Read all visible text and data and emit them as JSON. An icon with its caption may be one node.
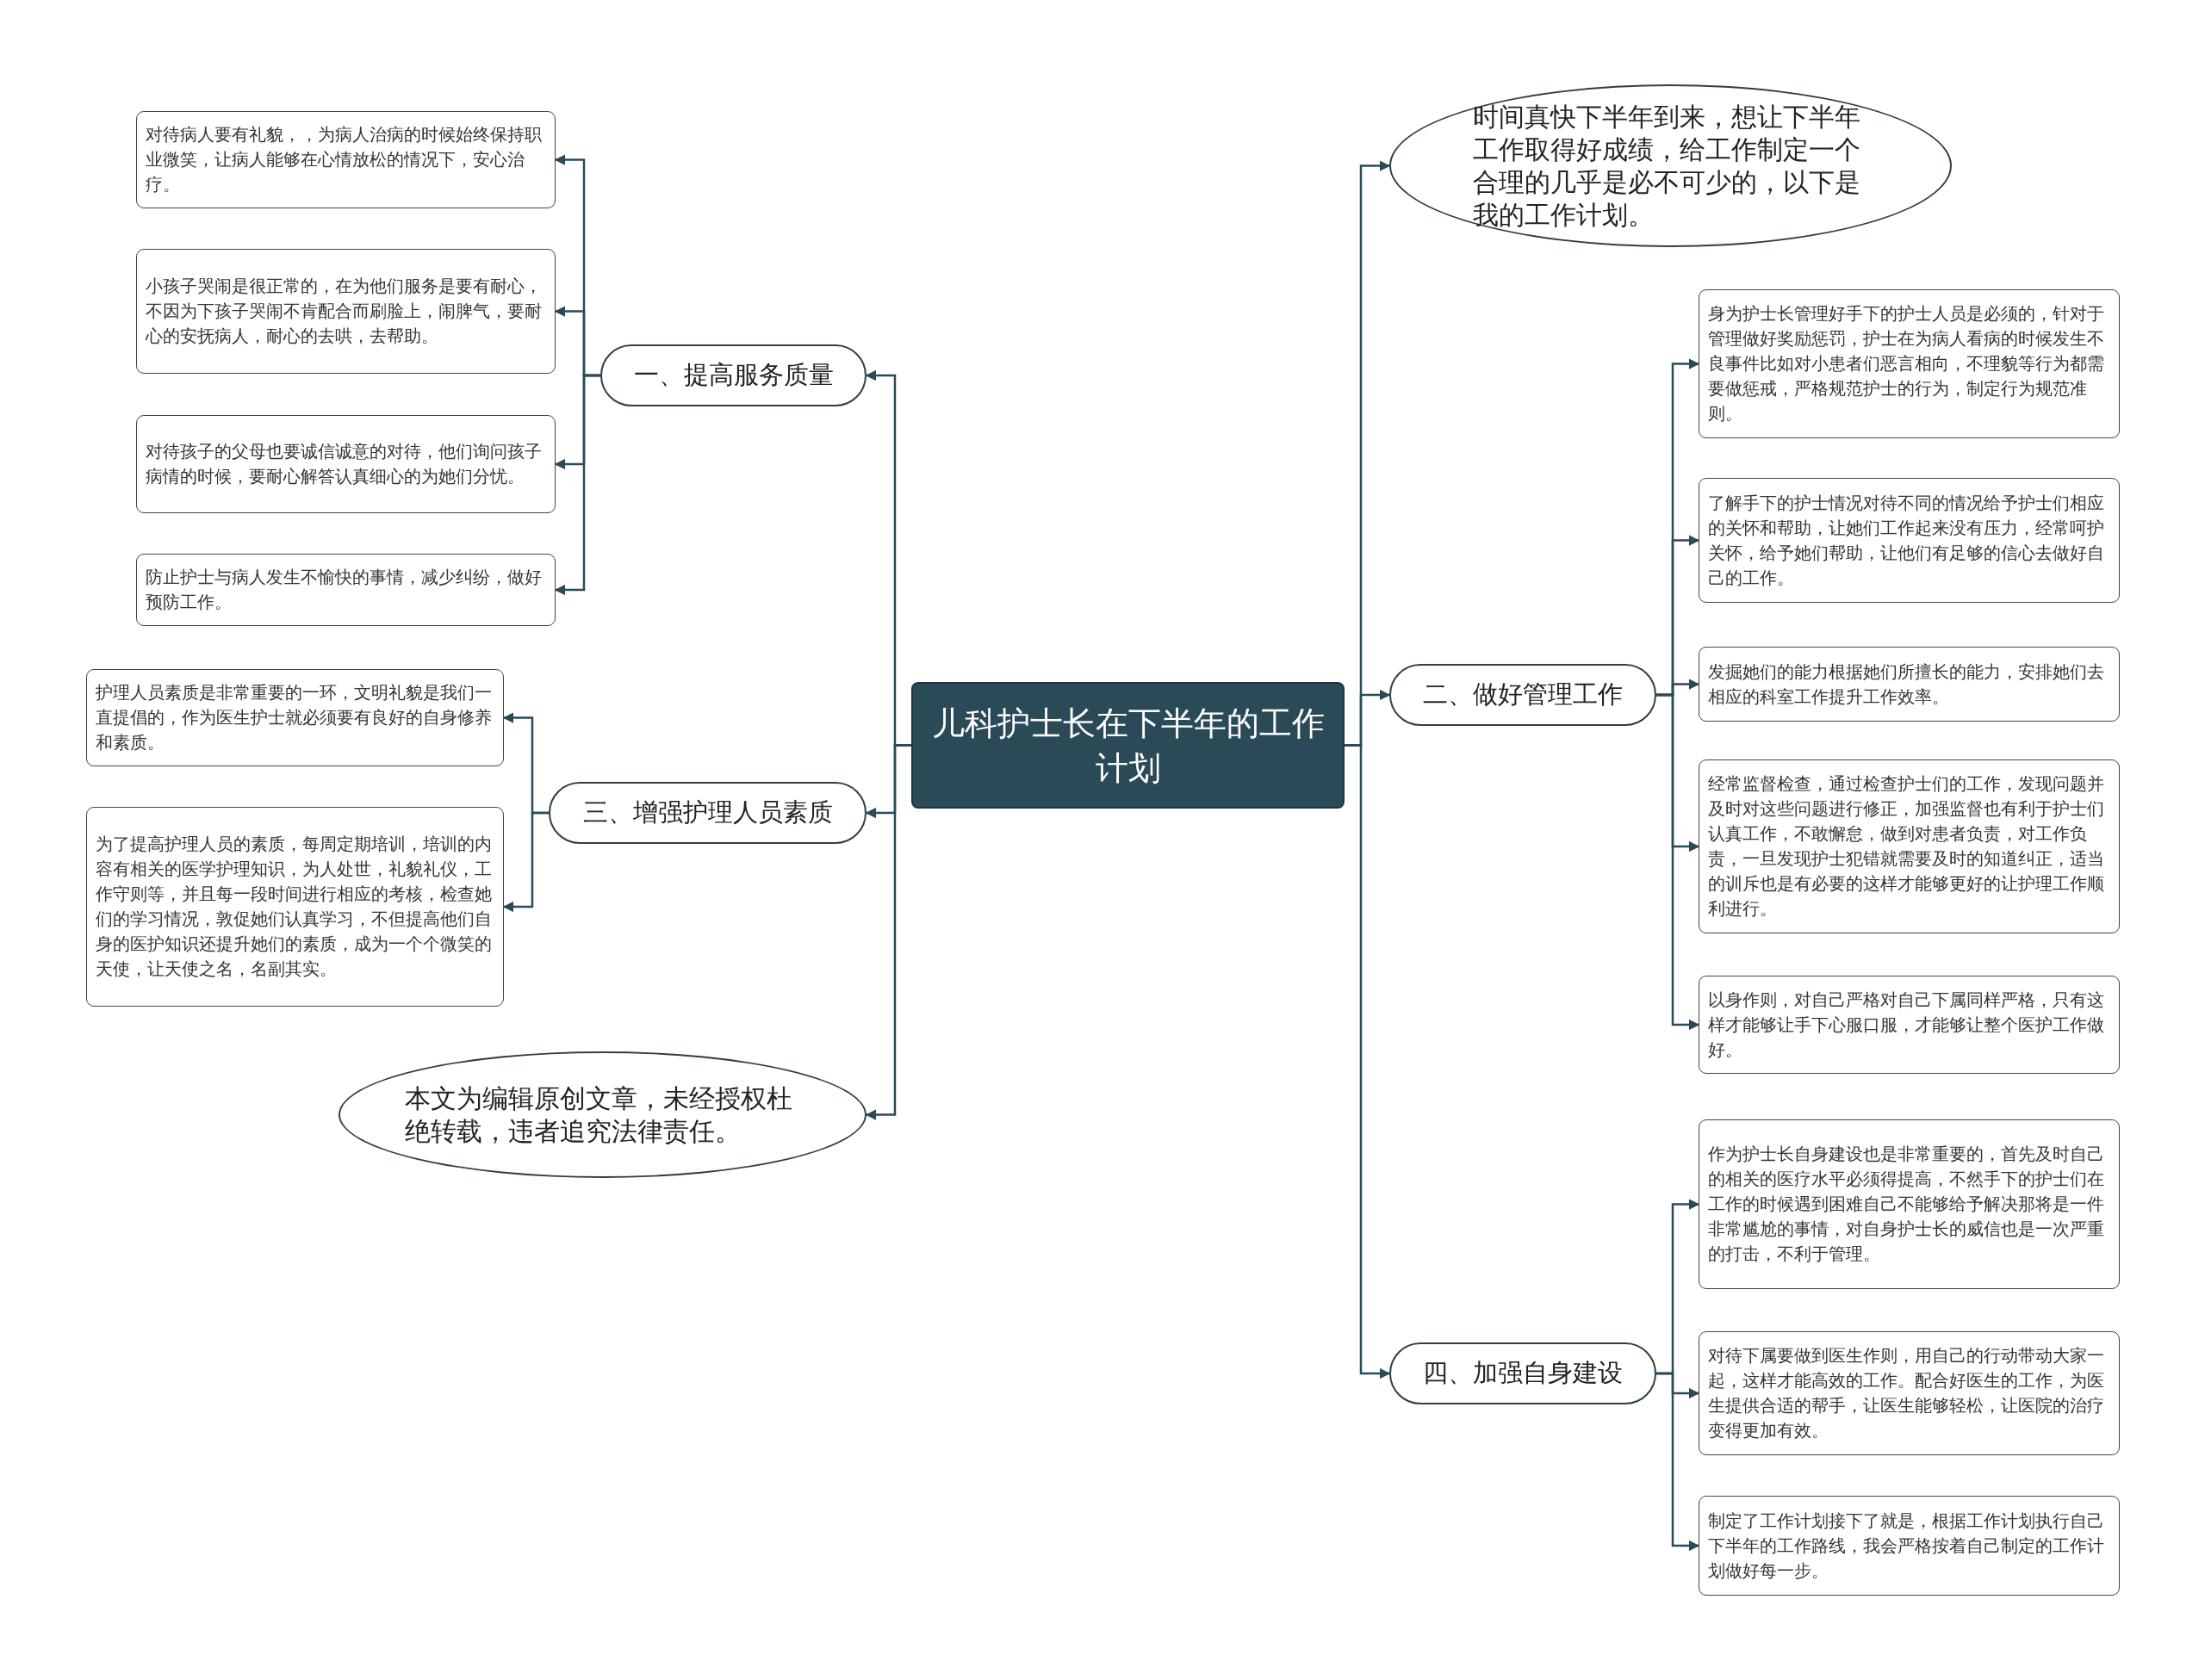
{
  "diagram": {
    "nodes": [
      {
        "text": [
          "儿科护士长在下半年的工作计划"
        ]
      },
      {
        "text": [
          "一、提高服务质量"
        ]
      },
      {
        "text": [
          "对待病人要有礼貌，，为病人治病的时候始终保持职业微笑，让病人能够在心情放松的情况下，安心治疗。"
        ]
      },
      {
        "text": [
          "小孩子哭闹是很正常的，在为他们服务是要有耐心，不因为下孩子哭闹不肯配合而刷脸上，闹脾气，要耐心的安抚病人，耐心的去哄，去帮助。"
        ]
      },
      {
        "text": [
          "对待孩子的父母也要诚信诚意的对待，他们询问孩子病情的时候，要耐心解答认真细心的为她们分忧。"
        ]
      },
      {
        "text": [
          "防止护士与病人发生不愉快的事情，减少纠纷，做好预防工作。"
        ]
      },
      {
        "text": [
          "三、增强护理人员素质"
        ]
      },
      {
        "text": [
          "护理人员素质是非常重要的一环，文明礼貌是我们一直提倡的，作为医生护士就必须要有良好的自身修养和素质。"
        ]
      },
      {
        "text": [
          "为了提高护理人员的素质，每周定期培训，培训的内容有相关的医学护理知识，为人处世，礼貌礼仪，工作守则等，并且每一段时间进行相应的考核，检查她们的学习情况，敦促她们认真学习，不但提高他们自身的医护知识还提升她们的素质，成为一个个微笑的天使，让天使之名，名副其实。"
        ]
      },
      {
        "text": [
          "本文为编辑原创文章，未经授权杜绝转载，违者追究法律责任。"
        ]
      },
      {
        "text": [
          "时间真快下半年到来，想让下半年工作取得好成绩，给工作制定一个合理的几乎是必不可少的，以下是我的工作计划。"
        ]
      },
      {
        "text": [
          "二、做好管理工作"
        ]
      },
      {
        "text": [
          "身为护士长管理好手下的护士人员是必须的，针对于管理做好奖励惩罚，护士在为病人看病的时候发生不良事件比如对小患者们恶言相向，不理貌等行为都需要做惩戒，严格规范护士的行为，制定行为规范准则。"
        ]
      },
      {
        "text": [
          "了解手下的护士情况对待不同的情况给予护士们相应的关怀和帮助，让她们工作起来没有压力，经常呵护关怀，给予她们帮助，让他们有足够的信心去做好自己的工作。"
        ]
      },
      {
        "text": [
          "发掘她们的能力根据她们所擅长的能力，安排她们去相应的科室工作提升工作效率。"
        ]
      },
      {
        "text": [
          "经常监督检查，通过检查护士们的工作，发现问题并及时对这些问题进行修正，加强监督也有利于护士们认真工作，不敢懈怠，做到对患者负责，对工作负责，一旦发现护士犯错就需要及时的知道纠正，适当的训斥也是有必要的这样才能够更好的让护理工作顺利进行。"
        ]
      },
      {
        "text": [
          "以身作则，对自己严格对自己下属同样严格，只有这样才能够让手下心服口服，才能够让整个医护工作做好。"
        ]
      },
      {
        "text": [
          "四、加强自身建设"
        ]
      },
      {
        "text": [
          "作为护士长自身建设也是非常重要的，首先及时自己的相关的医疗水平必须得提高，不然手下的护士们在工作的时候遇到困难自己不能够给予解决那将是一件非常尴尬的事情，对自身护士长的威信也是一次严重的打击，不利于管理。"
        ]
      },
      {
        "text": [
          "对待下属要做到医生作则，用自己的行动带动大家一起，这样才能高效的工作。配合好医生的工作，为医生提供合适的帮手，让医生能够轻松，让医院的治疗变得更加有效。"
        ]
      },
      {
        "text": [
          "制定了工作计划接下了就是，根据工作计划执行自己下半年的工作路线，我会严格按着自己制定的工作计划做好每一步。"
        ]
      }
    ],
    "edges": [
      {
        "from": 0,
        "to": 1,
        "arrow": "to"
      },
      {
        "from": 1,
        "to": 2,
        "arrow": "to"
      },
      {
        "from": 1,
        "to": 3,
        "arrow": "to"
      },
      {
        "from": 1,
        "to": 4,
        "arrow": "to"
      },
      {
        "from": 1,
        "to": 5,
        "arrow": "to"
      },
      {
        "from": 0,
        "to": 6,
        "arrow": "to"
      },
      {
        "from": 6,
        "to": 7,
        "arrow": "to"
      },
      {
        "from": 6,
        "to": 8,
        "arrow": "to"
      },
      {
        "from": 0,
        "to": 9,
        "arrow": "to"
      },
      {
        "from": 0,
        "to": 10,
        "arrow": "to"
      },
      {
        "from": 0,
        "to": 11,
        "arrow": "to"
      },
      {
        "from": 11,
        "to": 12,
        "arrow": "to"
      },
      {
        "from": 11,
        "to": 13,
        "arrow": "to"
      },
      {
        "from": 11,
        "to": 14,
        "arrow": "to"
      },
      {
        "from": 11,
        "to": 15,
        "arrow": "to"
      },
      {
        "from": 11,
        "to": 16,
        "arrow": "to"
      },
      {
        "from": 0,
        "to": 17,
        "arrow": "to"
      },
      {
        "from": 17,
        "to": 18,
        "arrow": "to"
      },
      {
        "from": 17,
        "to": 19,
        "arrow": "to"
      },
      {
        "from": 17,
        "to": 20,
        "arrow": "to"
      }
    ]
  }
}
